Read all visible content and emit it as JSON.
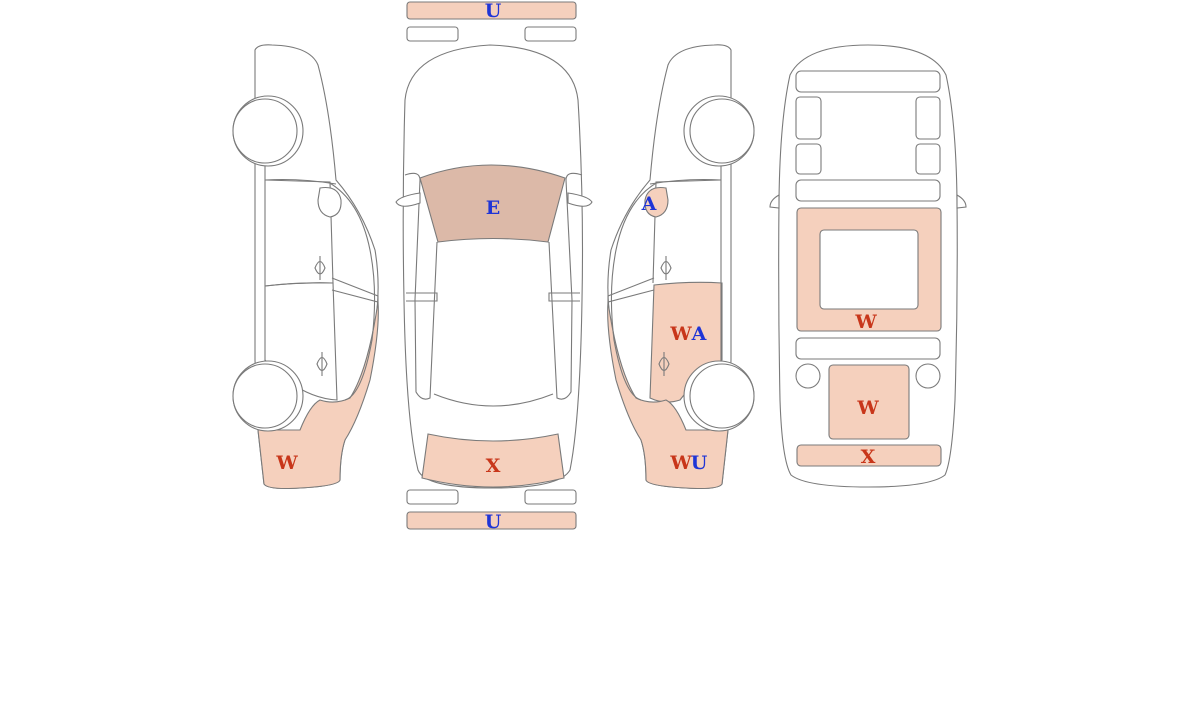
{
  "colors": {
    "outline": "#7a7a7a",
    "damage_fill": "#f5d0bd",
    "glass_damage_fill": "#dcb9a8",
    "code_red": "#c8361a",
    "code_blue": "#1f35d6"
  },
  "damage_codes": {
    "front_bumper_top": "U",
    "windshield": "E",
    "rear_bumper_top_view": "X",
    "rear_bumper_bottom": "U",
    "left_side_rear_quarter": "W",
    "right_side_mirror": "A",
    "right_rear_door_1": "W",
    "right_rear_door_2": "A",
    "right_rear_quarter_1": "W",
    "right_rear_quarter_2": "U",
    "roof_panel": "W",
    "trunk_lid": "W",
    "rear_bumper_back_view": "X"
  }
}
